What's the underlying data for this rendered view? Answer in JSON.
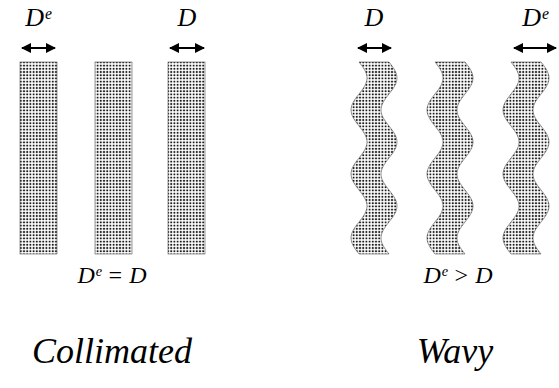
{
  "diagram": {
    "labels": [
      "Dᵉ",
      "D",
      "Dᵉ = D",
      "Collimated",
      "D",
      "Dᵉ",
      "Dᵉ > D",
      "Wavy"
    ]
  }
}
